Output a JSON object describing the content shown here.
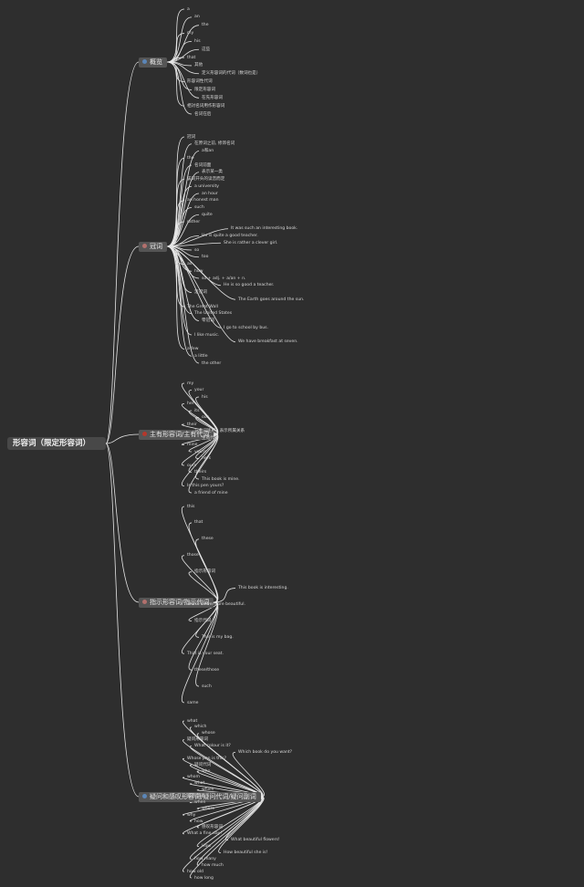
{
  "root": "形容词（限定形容词）",
  "colors": {
    "background": "#2e2e2e",
    "line": "#e6e6e6",
    "blue": "#5b86b8",
    "red": "#b5382c",
    "pink": "#b2706d"
  },
  "branches": [
    {
      "label": "概览",
      "icon": "blue-dot",
      "items": [
        "a",
        "an",
        "the",
        "my",
        "his",
        "这些",
        "that",
        "其他",
        "定义形容词的代词（数词也是）",
        "形容词性代词",
        "限定形容词",
        "在先形容词",
        "相对名词用作形容词",
        "名词在后"
      ]
    },
    {
      "label": "冠词",
      "icon": "pink-dot",
      "items": [
        "冠词",
        "在原词之前, 修饰名词",
        "a和an",
        "the",
        "名词前面",
        "表示某一类",
        "该词开头的读音而定",
        "a university",
        "an hour",
        "an honest man",
        "such",
        "quite",
        "rather",
        "It was such an interesting book.",
        "He is quite a good teacher.",
        "She is rather a clever girl.",
        "so",
        "too",
        "as",
        "how",
        "so + adj. + a/an + n.",
        "He is so good a teacher.",
        "定冠词",
        "The Earth goes around the sun.",
        "The Great Wall",
        "The United States",
        "零冠词",
        "I go to school by bus.",
        "I like music.",
        "We have breakfast at seven.",
        "a few",
        "a little",
        "the other"
      ]
    },
    {
      "label": "主有形容词/主有代词",
      "icon": "red-dot",
      "items": [
        "my",
        "your",
        "his",
        "her",
        "its",
        "our",
        "their",
        "与名词连用，表示所属关系",
        "主有代词",
        "mine",
        "yours",
        "hers",
        "ours",
        "theirs",
        "This book is mine.",
        "Is this pen yours?",
        "a friend of mine"
      ]
    },
    {
      "label": "指示形容词/指示代词",
      "icon": "pink-dot",
      "items": [
        "this",
        "that",
        "these",
        "those",
        "指示形容词",
        "This book is interesting.",
        "Those flowers are beautiful.",
        "指示代词",
        "This is my bag.",
        "That is your seat.",
        "these/those",
        "such",
        "same"
      ]
    },
    {
      "label": "疑问和感叹形容词/疑问代词/疑问副词",
      "icon": "blue-dot",
      "items": [
        "what",
        "which",
        "whose",
        "疑问形容词",
        "What colour is it?",
        "Which book do you want?",
        "Whose pen is this?",
        "疑问代词",
        "who",
        "whom",
        "what",
        "which",
        "疑问副词",
        "when",
        "where",
        "why",
        "how",
        "感叹形容词",
        "What a fine day!",
        "What beautiful flowers!",
        "How",
        "How beautiful she is!",
        "how many",
        "how much",
        "how old",
        "how long"
      ]
    }
  ]
}
